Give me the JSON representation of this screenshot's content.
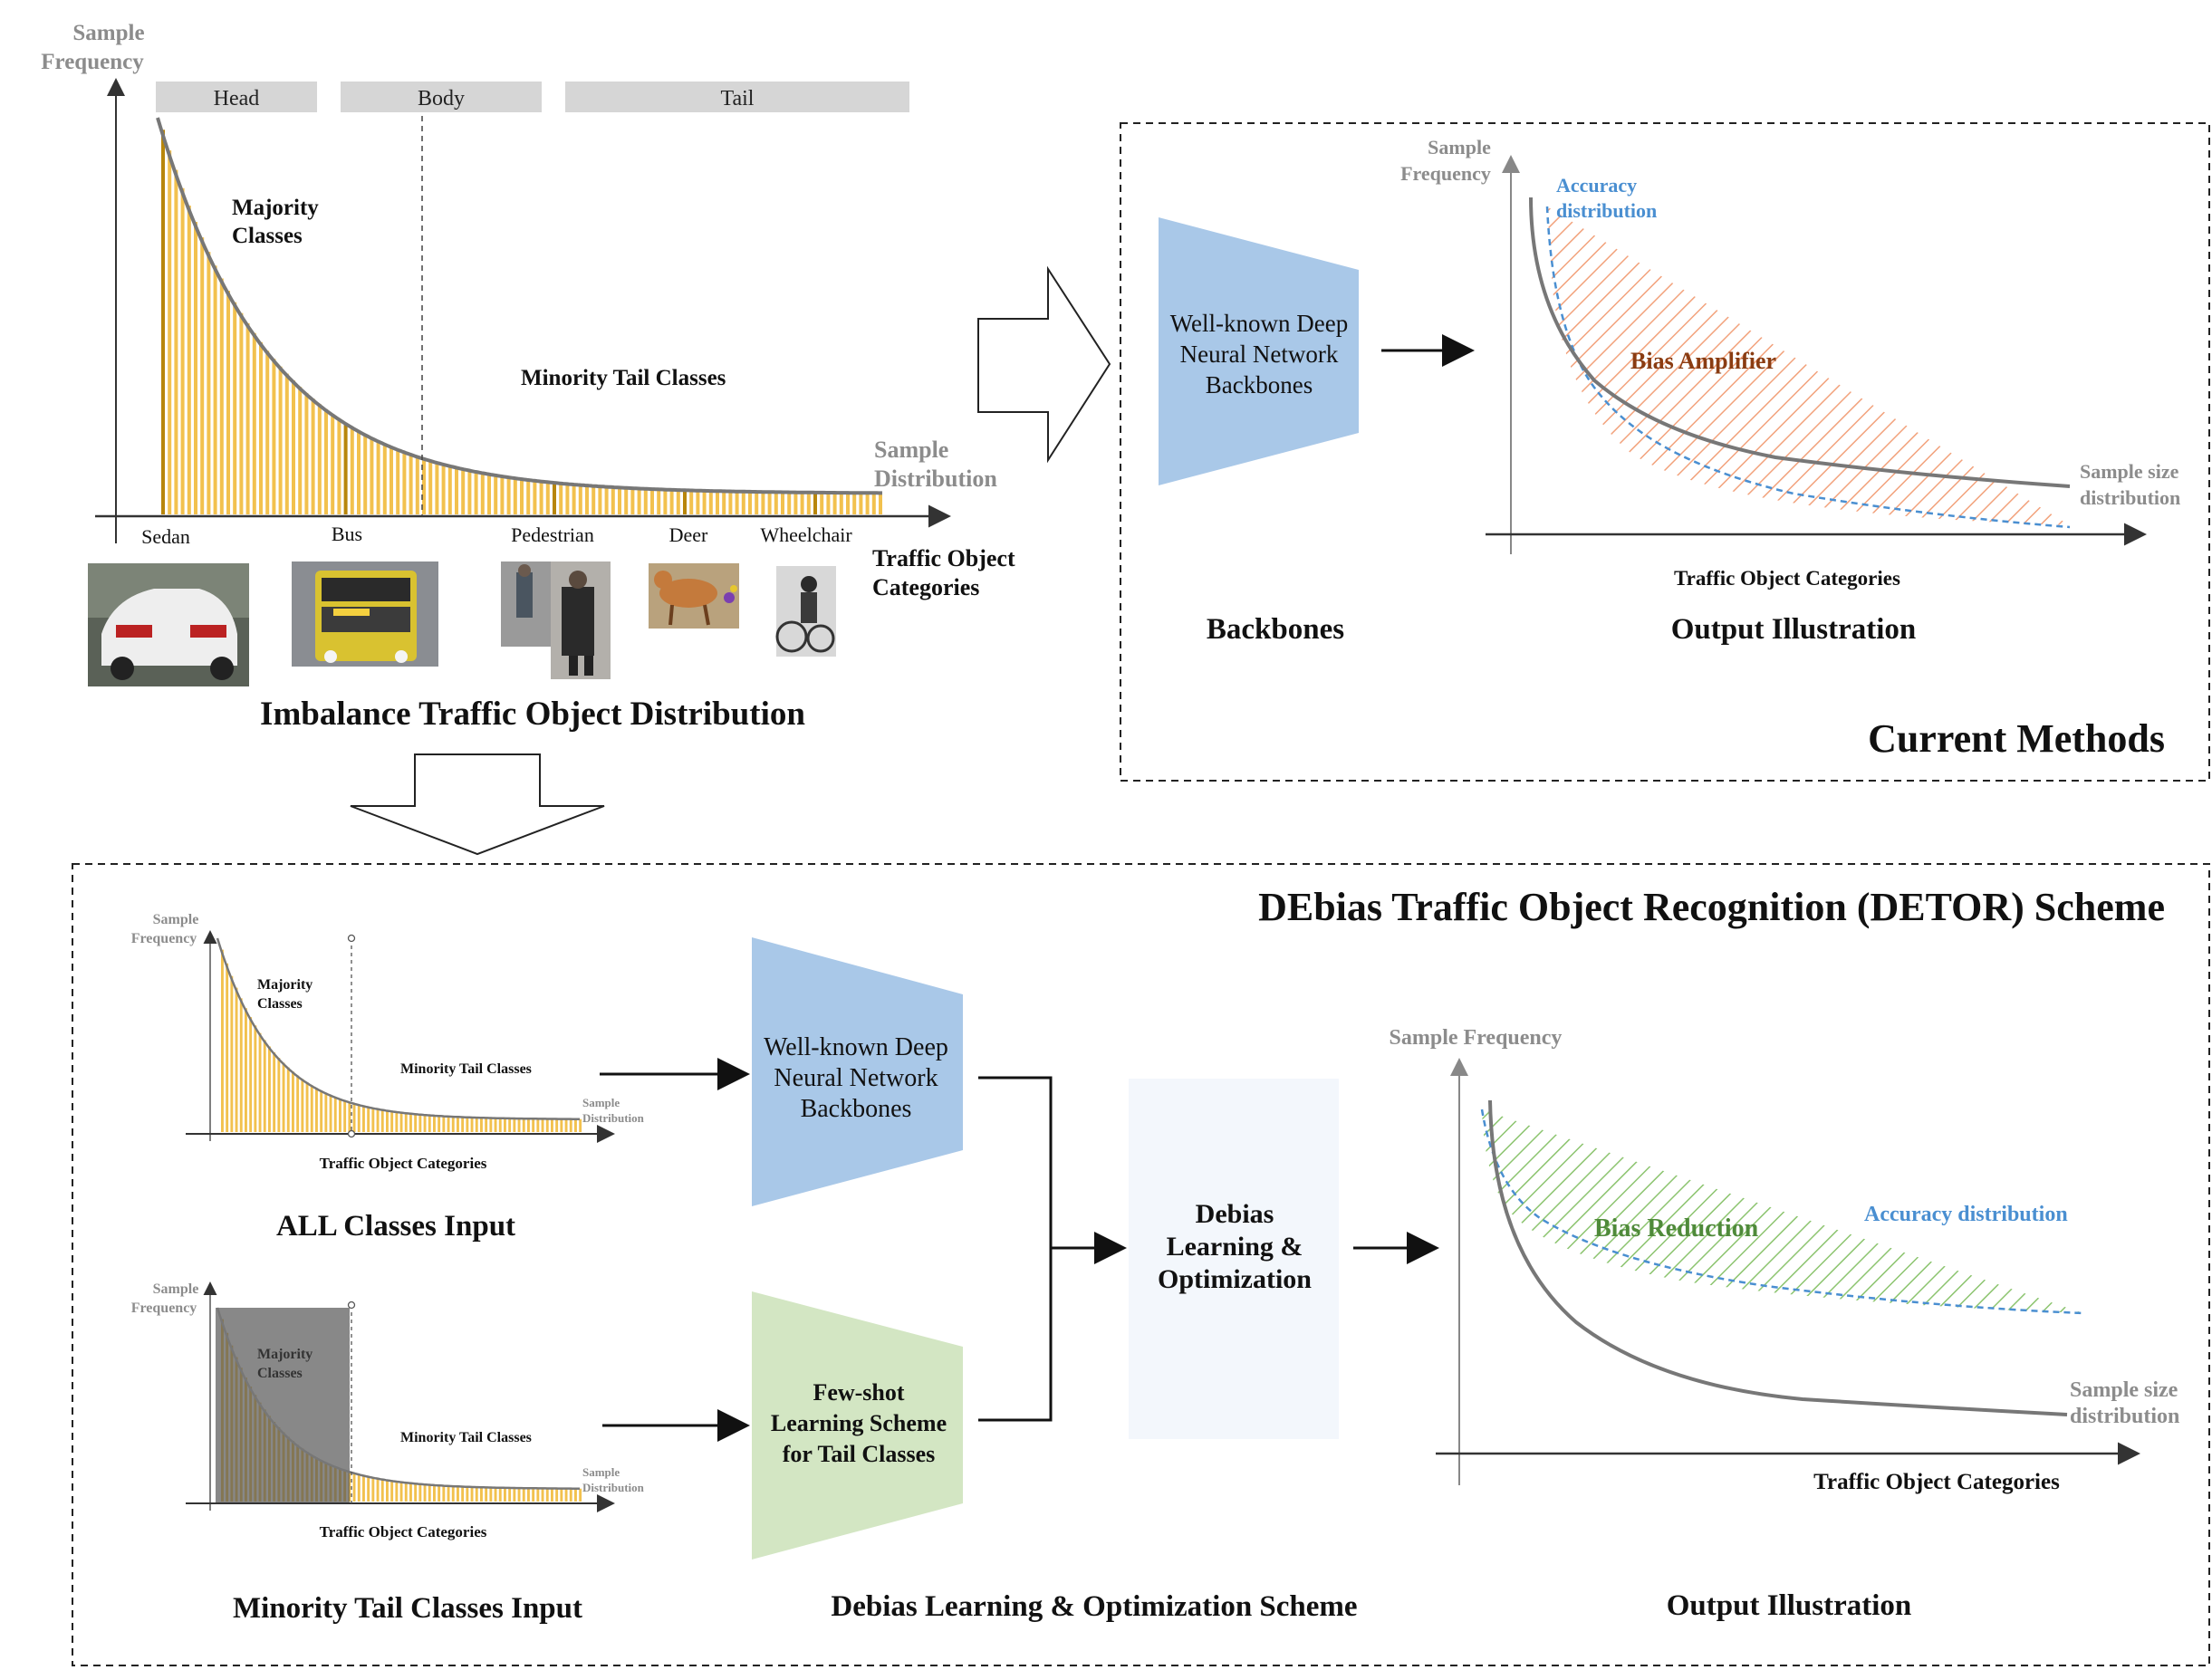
{
  "top_chart": {
    "y_axis_label_line1": "Sample",
    "y_axis_label_line2": "Frequency",
    "head_label": "Head",
    "body_label": "Body",
    "tail_label": "Tail",
    "majority_line1": "Majority",
    "majority_line2": "Classes",
    "minority_label": "Minority Tail Classes",
    "sample_dist_line1": "Sample",
    "sample_dist_line2": "Distribution",
    "categories": [
      "Sedan",
      "Bus",
      "Pedestrian",
      "Deer",
      "Wheelchair"
    ],
    "x_axis_line1": "Traffic Object",
    "x_axis_line2": "Categories",
    "caption": "Imbalance Traffic Object Distribution"
  },
  "current_methods": {
    "backbone_line1": "Well-known Deep",
    "backbone_line2": "Neural Network",
    "backbone_line3": "Backbones",
    "y_axis_line1": "Sample",
    "y_axis_line2": "Frequency",
    "accuracy_line1": "Accuracy",
    "accuracy_line2": "distribution",
    "bias_label": "Bias Amplifier",
    "sample_size_line1": "Sample size",
    "sample_size_line2": "distribution",
    "x_axis_label": "Traffic Object Categories",
    "backbones_caption": "Backbones",
    "output_caption": "Output Illustration",
    "section_title": "Current Methods"
  },
  "detor": {
    "section_title": "DEbias Traffic Object Recognition (DETOR) Scheme",
    "small_chart": {
      "y_axis_line1": "Sample",
      "y_axis_line2": "Frequency",
      "majority_line1": "Majority",
      "majority_line2": "Classes",
      "minority_label": "Minority Tail Classes",
      "sample_dist_line1": "Sample",
      "sample_dist_line2": "Distribution",
      "x_axis_label": "Traffic Object Categories"
    },
    "all_classes_caption": "ALL Classes Input",
    "minority_caption": "Minority Tail Classes Input",
    "backbone_line1": "Well-known Deep",
    "backbone_line2": "Neural Network",
    "backbone_line3": "Backbones",
    "fewshot_line1": "Few-shot",
    "fewshot_line2": "Learning Scheme",
    "fewshot_line3": "for Tail Classes",
    "debias_line1": "Debias",
    "debias_line2": "Learning &",
    "debias_line3": "Optimization",
    "scheme_caption": "Debias Learning & Optimization Scheme",
    "output": {
      "y_axis_label": "Sample Frequency",
      "bias_label": "Bias Reduction",
      "accuracy_label": "Accuracy distribution",
      "sample_size_line1": "Sample size",
      "sample_size_line2": "distribution",
      "x_axis_label": "Traffic Object Categories"
    },
    "output_caption": "Output Illustration"
  },
  "colors": {
    "bar_yellow": "#f2c14e",
    "bar_dark": "#b8860b",
    "curve_gray": "#777777",
    "backbone_blue": "#a9c8e8",
    "fewshot_green": "#d3e6c3",
    "debias_panel": "#f3f7fc",
    "accuracy_blue": "#4a8fd1",
    "bias_orange": "#f2a27c",
    "bias_brown": "#8a3c12",
    "bias_green": "#73b05a",
    "bias_green_text": "#4f8a3a",
    "header_gray": "#d6d6d6"
  },
  "icons": [
    "arrow-right-outline",
    "arrow-down-outline",
    "photo-sedan",
    "photo-bus",
    "photo-pedestrian",
    "photo-deer",
    "photo-wheelchair"
  ]
}
